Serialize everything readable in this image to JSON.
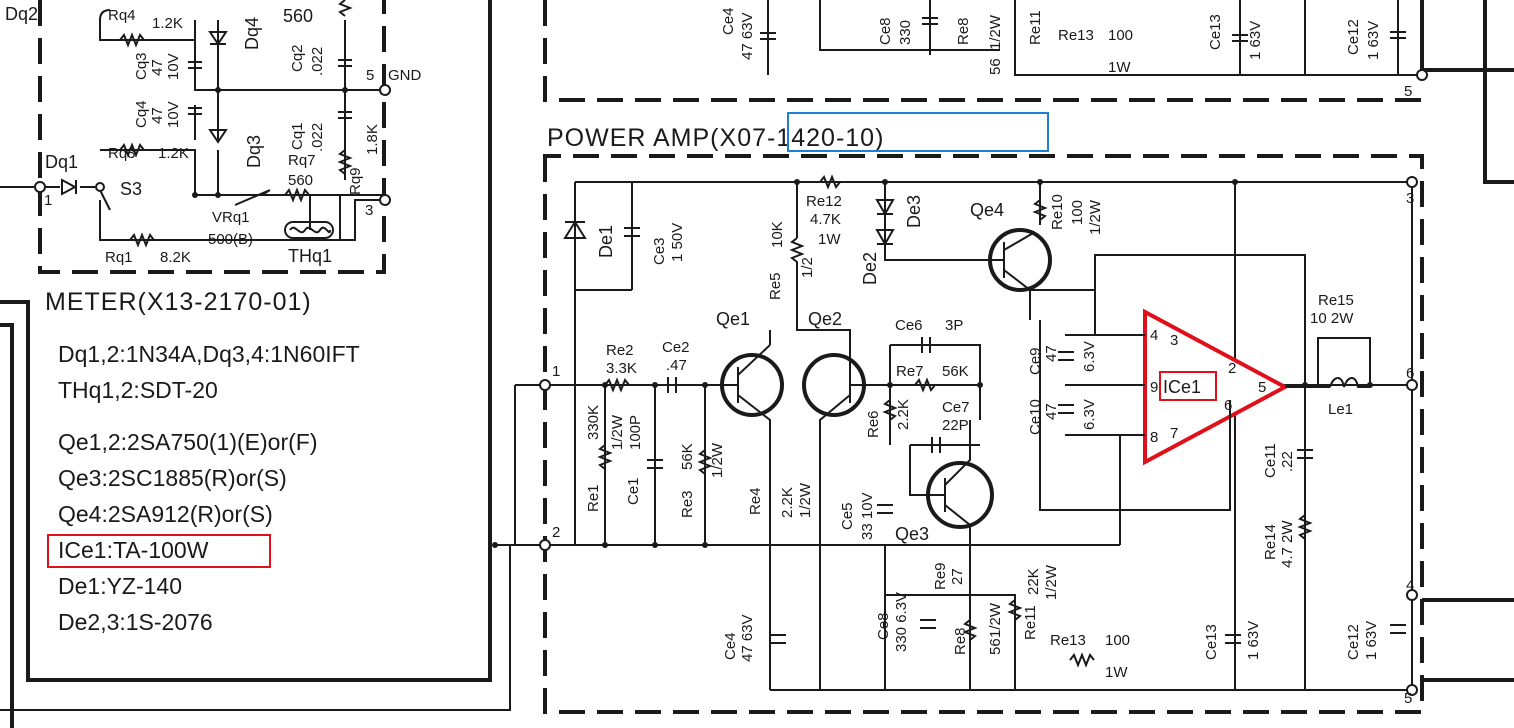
{
  "power_amp": {
    "title": "POWER AMP(",
    "part_no": "X07-1420-10",
    "title_close": ")"
  },
  "meter": {
    "title": "METER(X13-2170-01)",
    "notes": [
      "Dq1,2:1N34A,Dq3,4:1N60IFT",
      "THq1,2:SDT-20",
      "Qe1,2:2SA750(1)(E)or(F)",
      "Qe3:2SC1885(R)or(S)",
      "Qe4:2SA912(R)or(S)",
      "ICe1:TA-100W",
      "De1:YZ-140",
      "De2,3:1S-2076"
    ],
    "labels": {
      "dq2": "Dq2",
      "rq4": "Rq4",
      "rq4v": "1.2K",
      "dq4": "Dq4",
      "r560top": "560",
      "cq3": "Cq3",
      "cq3v": "47",
      "cq3v2": "10V",
      "cq2": "Cq2",
      "cq2v": ".022",
      "gnd": "GND",
      "n5": "5",
      "cq4": "Cq4",
      "cq4v": "47",
      "cq4v2": "10V",
      "dq1": "Dq1",
      "rq3": "Rq3",
      "rq3v": "1.2K",
      "dq3": "Dq3",
      "cq1": "Cq1",
      "cq1v": ".022",
      "s3": "S3",
      "rq7": "Rq7",
      "rq7v": "560",
      "rq9": "Rq9",
      "rq9v": "1.8K",
      "vrq1": "VRq1",
      "vrq1v": "500(B)",
      "n1": "1",
      "n3": "3",
      "rq1": "Rq1",
      "rq1v": "8.2K",
      "thq1": "THq1"
    }
  },
  "amp_labels": {
    "re12": "Re12",
    "re12v": "4.7K",
    "re12w": "1W",
    "de3": "De3",
    "qe4": "Qe4",
    "re10": "Re10",
    "re10v": "100",
    "re10w": "1/2W",
    "de1": "De1",
    "ce3": "Ce3",
    "ce3v": "1 50V",
    "r10k": "10K",
    "re5": "Re5",
    "re5w": "1/2",
    "de2": "De2",
    "qe1": "Qe1",
    "qe2": "Qe2",
    "ce6": "Ce6",
    "ce6v": "3P",
    "ce9": "Ce9",
    "ce9v": "47",
    "ce9w": "6.3V",
    "re15": "Re15",
    "re15v": "10 2W",
    "re2": "Re2",
    "re2v": "3.3K",
    "ce2": "Ce2",
    "ce2v": ".47",
    "re7": "Re7",
    "re7v": "56K",
    "ce10": "Ce10",
    "ce10v": "47",
    "ce10w": "6.3V",
    "ic": "ICe1",
    "le1": "Le1",
    "re1": "Re1",
    "re1v": "330K",
    "re1w": "1/2W",
    "ce1": "Ce1",
    "ce1v": "100P",
    "re3": "Re3",
    "re3v": "56K",
    "re3w": "1/2W",
    "re6": "Re6",
    "re6v": "2.2K",
    "ce7": "Ce7",
    "ce7v": "22P",
    "ce11": "Ce11",
    "ce11v": ".22",
    "re4": "Re4",
    "re4v": "2.2K",
    "re4w": "1/2W",
    "ce5": "Ce5",
    "ce5v": "33 10V",
    "qe3": "Qe3",
    "re14": "Re14",
    "re14v": "4.7 2W",
    "ce4": "Ce4",
    "ce4v": "47 63V",
    "ce8": "Ce8",
    "ce8v": "330 6.3V",
    "re9": "Re9",
    "re9v": "27",
    "re8": "Re8",
    "re8v": "56",
    "re8w": "1/2W",
    "re11": "Re11",
    "re11v": "22K",
    "re11w": "1/2W",
    "re13": "Re13",
    "re13v": "100",
    "re13w": "1W",
    "ce13": "Ce13",
    "ce13v": "1 63V",
    "ce12": "Ce12",
    "ce12v": "1 63V",
    "t1": "1",
    "t2": "2",
    "t3": "3",
    "t4": "4",
    "t5": "5",
    "t6": "6",
    "p2": "2",
    "p3": "3",
    "p4": "4",
    "p5": "5",
    "p6": "6",
    "p7": "7",
    "p8": "8",
    "p9": "9"
  },
  "top_strip": {
    "ce4": "Ce4",
    "ce4v": "47 63V",
    "ce8": "Ce8",
    "ce8v": "330",
    "re8": "Re8",
    "re8v": "56",
    "re8w": "1/2W",
    "re11": "Re11",
    "re13": "Re13",
    "re13v": "100",
    "re13w": "1W",
    "ce13": "Ce13",
    "ce13v": "1 63V",
    "ce12": "Ce12",
    "ce12v": "1 63V",
    "t5": "5"
  },
  "highlights": {
    "blue": "#1e7fd6",
    "red": "#e0101a"
  }
}
